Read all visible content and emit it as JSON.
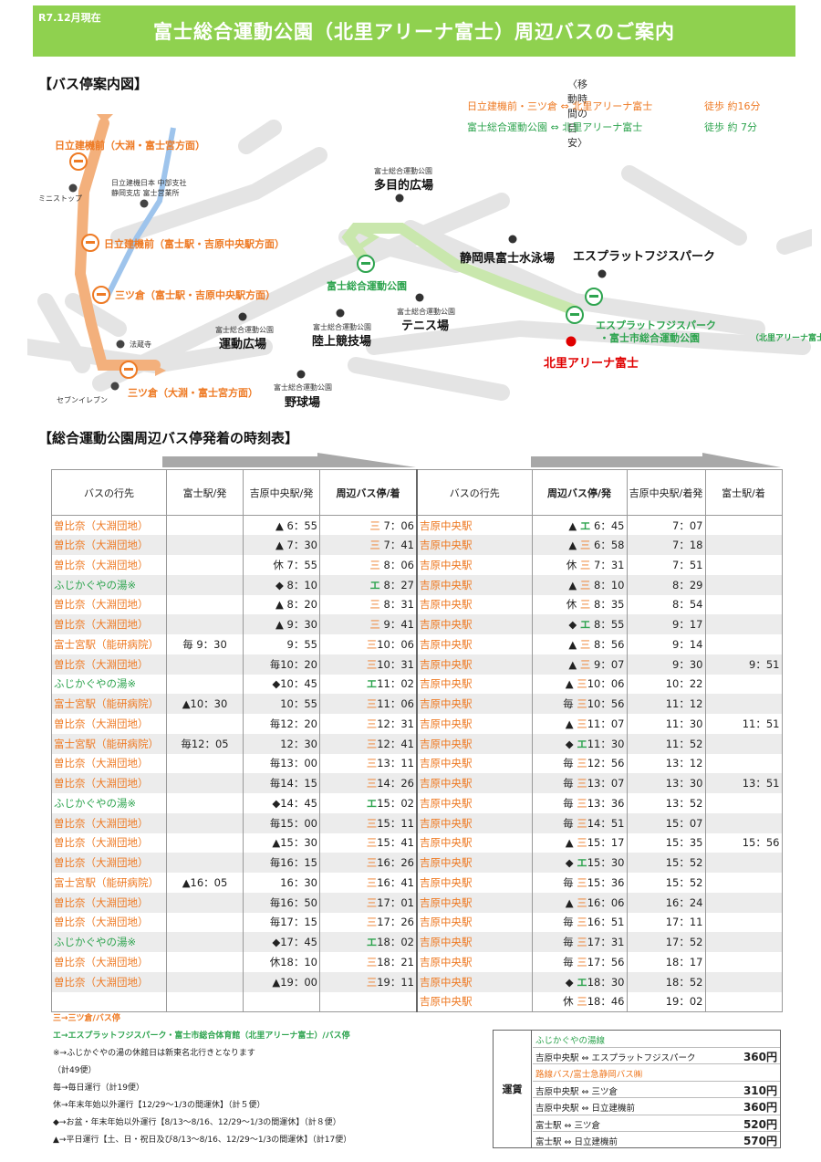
{
  "header": {
    "as_of": "R7.12月現在",
    "title": "富士総合運動公園（北里アリーナ富士）周辺バスのご案内"
  },
  "map": {
    "section_title": "【バス停案内図】",
    "legend": {
      "title": "〈移動時間の目安〉",
      "items": [
        {
          "route": "日立建機前・三ツ倉 ⇔ 北里アリーナ富士",
          "walk": "徒歩 約16分",
          "color": "#ee7a24"
        },
        {
          "route": "富士総合運動公園 ⇔ 北里アリーナ富士",
          "walk": "徒歩 約 7分",
          "color": "#2ea44f"
        }
      ]
    },
    "stops_orange": [
      "日立建機前（大淵・富士宮方面）",
      "日立建機前（富士駅・吉原中央駅方面）",
      "三ツ倉（富士駅・吉原中央駅方面）",
      "三ツ倉（大淵・富士宮方面）"
    ],
    "stops_green": [
      "富士総合運動公園",
      "エスプラットフジスパーク",
      "・富士市総合運動公園",
      "（北里アリーナ富士）"
    ],
    "destination": "北里アリーナ富士",
    "landmarks": {
      "ministop": "ミニストップ",
      "hitachi_small": "日立建機日本 中部支社",
      "hitachi_small2": "静岡支店 富士営業所",
      "hozoji": "法蔵寺",
      "seven": "セブンイレブン",
      "park_prefix": "富士総合運動公園",
      "tamokuteki": "多目的広場",
      "suiei": "静岡県富士水泳場",
      "espulat": "エスプラットフジスパーク",
      "tennis": "テニス場",
      "undo": "運動広場",
      "rikujo": "陸上競技場",
      "yakyu": "野球場"
    }
  },
  "timetable": {
    "section_title": "【総合運動公園周辺バス停発着の時刻表】",
    "left_headers": [
      "バスの行先",
      "富士駅/発",
      "吉原中央駅/発",
      "周辺バス停/着"
    ],
    "right_headers": [
      "バスの行先",
      "周辺バス停/発",
      "吉原中央駅/着発",
      "富士駅/着"
    ],
    "left_rows": [
      [
        "曽比奈（大淵団地）",
        "",
        "▲ 6：55",
        "三",
        " 7：06"
      ],
      [
        "曽比奈（大淵団地）",
        "",
        "▲ 7：30",
        "三",
        " 7：41"
      ],
      [
        "曽比奈（大淵団地）",
        "",
        "休 7：55",
        "三",
        " 8：06"
      ],
      [
        "ふじかぐやの湯※",
        "",
        "◆ 8：10",
        "エ",
        " 8：27"
      ],
      [
        "曽比奈（大淵団地）",
        "",
        "▲ 8：20",
        "三",
        " 8：31"
      ],
      [
        "曽比奈（大淵団地）",
        "",
        "▲ 9：30",
        "三",
        " 9：41"
      ],
      [
        "富士宮駅（能研病院）",
        "毎 9：30",
        "9：55",
        "三",
        "10：06"
      ],
      [
        "曽比奈（大淵団地）",
        "",
        "毎10：20",
        "三",
        "10：31"
      ],
      [
        "ふじかぐやの湯※",
        "",
        "◆10：45",
        "エ",
        "11：02"
      ],
      [
        "富士宮駅（能研病院）",
        "▲10：30",
        "10：55",
        "三",
        "11：06"
      ],
      [
        "曽比奈（大淵団地）",
        "",
        "毎12：20",
        "三",
        "12：31"
      ],
      [
        "富士宮駅（能研病院）",
        "毎12：05",
        "12：30",
        "三",
        "12：41"
      ],
      [
        "曽比奈（大淵団地）",
        "",
        "毎13：00",
        "三",
        "13：11"
      ],
      [
        "曽比奈（大淵団地）",
        "",
        "毎14：15",
        "三",
        "14：26"
      ],
      [
        "ふじかぐやの湯※",
        "",
        "◆14：45",
        "エ",
        "15：02"
      ],
      [
        "曽比奈（大淵団地）",
        "",
        "毎15：00",
        "三",
        "15：11"
      ],
      [
        "曽比奈（大淵団地）",
        "",
        "▲15：30",
        "三",
        "15：41"
      ],
      [
        "曽比奈（大淵団地）",
        "",
        "毎16：15",
        "三",
        "16：26"
      ],
      [
        "富士宮駅（能研病院）",
        "▲16：05",
        "16：30",
        "三",
        "16：41"
      ],
      [
        "曽比奈（大淵団地）",
        "",
        "毎16：50",
        "三",
        "17：01"
      ],
      [
        "曽比奈（大淵団地）",
        "",
        "毎17：15",
        "三",
        "17：26"
      ],
      [
        "ふじかぐやの湯※",
        "",
        "◆17：45",
        "エ",
        "18：02"
      ],
      [
        "曽比奈（大淵団地）",
        "",
        "休18：10",
        "三",
        "18：21"
      ],
      [
        "曽比奈（大淵団地）",
        "",
        "▲19：00",
        "三",
        "19：11"
      ],
      [
        "",
        "",
        "",
        "",
        ""
      ]
    ],
    "right_rows": [
      [
        "吉原中央駅",
        "▲",
        "エ",
        " 6：45",
        " 7：07",
        ""
      ],
      [
        "吉原中央駅",
        "▲",
        "三",
        " 6：58",
        " 7：18",
        ""
      ],
      [
        "吉原中央駅",
        "休",
        "三",
        " 7：31",
        " 7：51",
        ""
      ],
      [
        "吉原中央駅",
        "▲",
        "三",
        " 8：10",
        " 8：29",
        ""
      ],
      [
        "吉原中央駅",
        "休",
        "三",
        " 8：35",
        " 8：54",
        ""
      ],
      [
        "吉原中央駅",
        "◆",
        "エ",
        " 8：55",
        " 9：17",
        ""
      ],
      [
        "吉原中央駅",
        "▲",
        "三",
        " 8：56",
        " 9：14",
        ""
      ],
      [
        "吉原中央駅",
        "▲",
        "三",
        " 9：07",
        " 9：30",
        "9：51"
      ],
      [
        "吉原中央駅",
        "▲",
        "三",
        "10：06",
        "10：22",
        ""
      ],
      [
        "吉原中央駅",
        "毎",
        "三",
        "10：56",
        "11：12",
        ""
      ],
      [
        "吉原中央駅",
        "▲",
        "三",
        "11：07",
        "11：30",
        "11：51"
      ],
      [
        "吉原中央駅",
        "◆",
        "エ",
        "11：30",
        "11：52",
        ""
      ],
      [
        "吉原中央駅",
        "毎",
        "三",
        "12：56",
        "13：12",
        ""
      ],
      [
        "吉原中央駅",
        "毎",
        "三",
        "13：07",
        "13：30",
        "13：51"
      ],
      [
        "吉原中央駅",
        "毎",
        "三",
        "13：36",
        "13：52",
        ""
      ],
      [
        "吉原中央駅",
        "毎",
        "三",
        "14：51",
        "15：07",
        ""
      ],
      [
        "吉原中央駅",
        "▲",
        "三",
        "15：17",
        "15：35",
        "15：56"
      ],
      [
        "吉原中央駅",
        "◆",
        "エ",
        "15：30",
        "15：52",
        ""
      ],
      [
        "吉原中央駅",
        "毎",
        "三",
        "15：36",
        "15：52",
        ""
      ],
      [
        "吉原中央駅",
        "▲",
        "三",
        "16：06",
        "16：24",
        ""
      ],
      [
        "吉原中央駅",
        "毎",
        "三",
        "16：51",
        "17：11",
        ""
      ],
      [
        "吉原中央駅",
        "毎",
        "三",
        "17：31",
        "17：52",
        ""
      ],
      [
        "吉原中央駅",
        "毎",
        "三",
        "17：56",
        "18：17",
        ""
      ],
      [
        "吉原中央駅",
        "◆",
        "エ",
        "18：30",
        "18：52",
        ""
      ],
      [
        "吉原中央駅",
        "休",
        "三",
        "18：46",
        "19：02",
        ""
      ]
    ]
  },
  "notes": [
    "三→三ツ倉/バス停",
    "エ→エスプラットフジスパーク・富士市総合体育館（北里アリーナ富士）/バス停",
    "※→ふじかぐやの湯の休館日は新東名北行きとなります",
    "（計49便）",
    "毎→毎日運行（計19便）",
    "休→年末年始以外運行【12/29～1/3の間運休】（計５便）",
    "◆→お盆・年末年始以外運行【8/13～8/16、12/29～1/3の間運休】（計８便）",
    "▲→平日運行【土、日・祝日及び8/13～8/16、12/29～1/3の間運休】（計17便）"
  ],
  "fare": {
    "label": "運賃",
    "groups": [
      {
        "name": "ふじかぐやの湯線",
        "rows": [
          {
            "route": "吉原中央駅 ⇔ エスプラットフジスパーク",
            "price": "360円"
          }
        ]
      },
      {
        "name": "路線バス/富士急静岡バス㈱",
        "rows": [
          {
            "route": "吉原中央駅 ⇔ 三ツ倉",
            "price": "310円"
          },
          {
            "route": "吉原中央駅 ⇔ 日立建機前",
            "price": "360円"
          },
          {
            "route": "富士駅 ⇔ 三ツ倉",
            "price": "520円"
          },
          {
            "route": "富士駅 ⇔ 日立建機前",
            "price": "570円"
          }
        ]
      }
    ]
  },
  "colors": {
    "banner": "#8fd14f",
    "orange": "#ee7a24",
    "green": "#2ea44f",
    "red": "#e00000"
  }
}
